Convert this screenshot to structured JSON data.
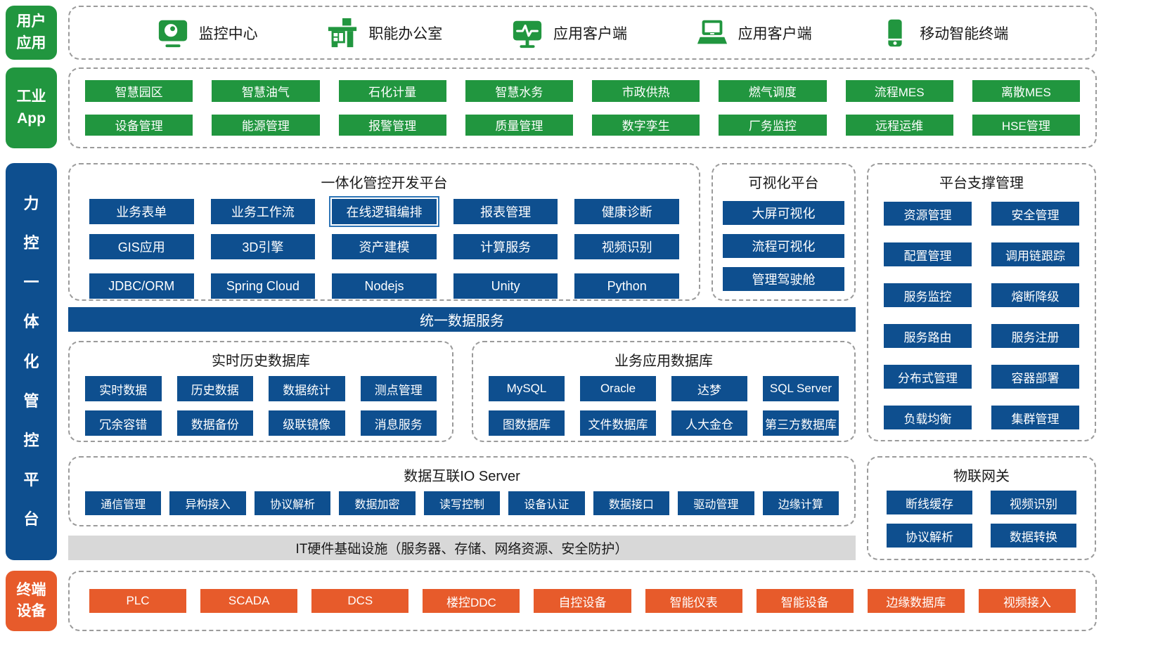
{
  "colors": {
    "green": "#21963F",
    "blue": "#0E4F8F",
    "orange": "#E75B2B",
    "gray_bar": "#D8D8D8"
  },
  "rails": {
    "user": {
      "line1": "用户",
      "line2": "应用"
    },
    "industrial": {
      "line1": "工业",
      "line2": "App"
    },
    "terminal": {
      "line1": "终端",
      "line2": "设备"
    },
    "platform": {
      "c0": "力",
      "c1": "控",
      "c2": "一",
      "c3": "体",
      "c4": "化",
      "c5": "管",
      "c6": "控",
      "c7": "平",
      "c8": "台"
    }
  },
  "user_layer": {
    "items": [
      {
        "icon": "monitor-camera-icon",
        "label": "监控中心"
      },
      {
        "icon": "office-desk-icon",
        "label": "职能办公室"
      },
      {
        "icon": "monitor-pulse-icon",
        "label": "应用客户端"
      },
      {
        "icon": "laptop-icon",
        "label": "应用客户端"
      },
      {
        "icon": "mobile-icon",
        "label": "移动智能终端"
      }
    ]
  },
  "industrial_apps": {
    "row1": [
      "智慧园区",
      "智慧油气",
      "石化计量",
      "智慧水务",
      "市政供热",
      "燃气调度",
      "流程MES",
      "离散MES"
    ],
    "row2": [
      "设备管理",
      "能源管理",
      "报警管理",
      "质量管理",
      "数字孪生",
      "厂务监控",
      "远程运维",
      "HSE管理"
    ]
  },
  "dev_platform": {
    "title": "一体化管控开发平台",
    "row1": [
      "业务表单",
      "业务工作流",
      "在线逻辑编排",
      "报表管理",
      "健康诊断"
    ],
    "row2": [
      "GIS应用",
      "3D引擎",
      "资产建模",
      "计算服务",
      "视频识别"
    ],
    "row3": [
      "JDBC/ORM",
      "Spring Cloud",
      "Nodejs",
      "Unity",
      "Python"
    ],
    "highlighted_item": "在线逻辑编排"
  },
  "visual_platform": {
    "title": "可视化平台",
    "items": [
      "大屏可视化",
      "流程可视化",
      "管理驾驶舱"
    ]
  },
  "support_platform": {
    "title": "平台支撑管理",
    "items": [
      "资源管理",
      "安全管理",
      "配置管理",
      "调用链跟踪",
      "服务监控",
      "熔断降级",
      "服务路由",
      "服务注册",
      "分布式管理",
      "容器部署",
      "负载均衡",
      "集群管理"
    ]
  },
  "unified_data_bar": {
    "label": "统一数据服务"
  },
  "realtime_db": {
    "title": "实时历史数据库",
    "row1": [
      "实时数据",
      "历史数据",
      "数据统计",
      "测点管理"
    ],
    "row2": [
      "冗余容错",
      "数据备份",
      "级联镜像",
      "消息服务"
    ]
  },
  "business_db": {
    "title": "业务应用数据库",
    "row1": [
      "MySQL",
      "Oracle",
      "达梦",
      "SQL Server"
    ],
    "row2": [
      "图数据库",
      "文件数据库",
      "人大金仓",
      "第三方数据库"
    ]
  },
  "io_server": {
    "title": "数据互联IO Server",
    "items": [
      "通信管理",
      "异构接入",
      "协议解析",
      "数据加密",
      "读写控制",
      "设备认证",
      "数据接口",
      "驱动管理",
      "边缘计算"
    ]
  },
  "iot_gateway": {
    "title": "物联网关",
    "items": [
      "断线缓存",
      "视频识别",
      "协议解析",
      "数据转换"
    ]
  },
  "it_infra_bar": {
    "label": "IT硬件基础设施（服务器、存储、网络资源、安全防护）"
  },
  "terminal_devices": {
    "items": [
      "PLC",
      "SCADA",
      "DCS",
      "楼控DDC",
      "自控设备",
      "智能仪表",
      "智能设备",
      "边缘数据库",
      "视频接入"
    ]
  }
}
